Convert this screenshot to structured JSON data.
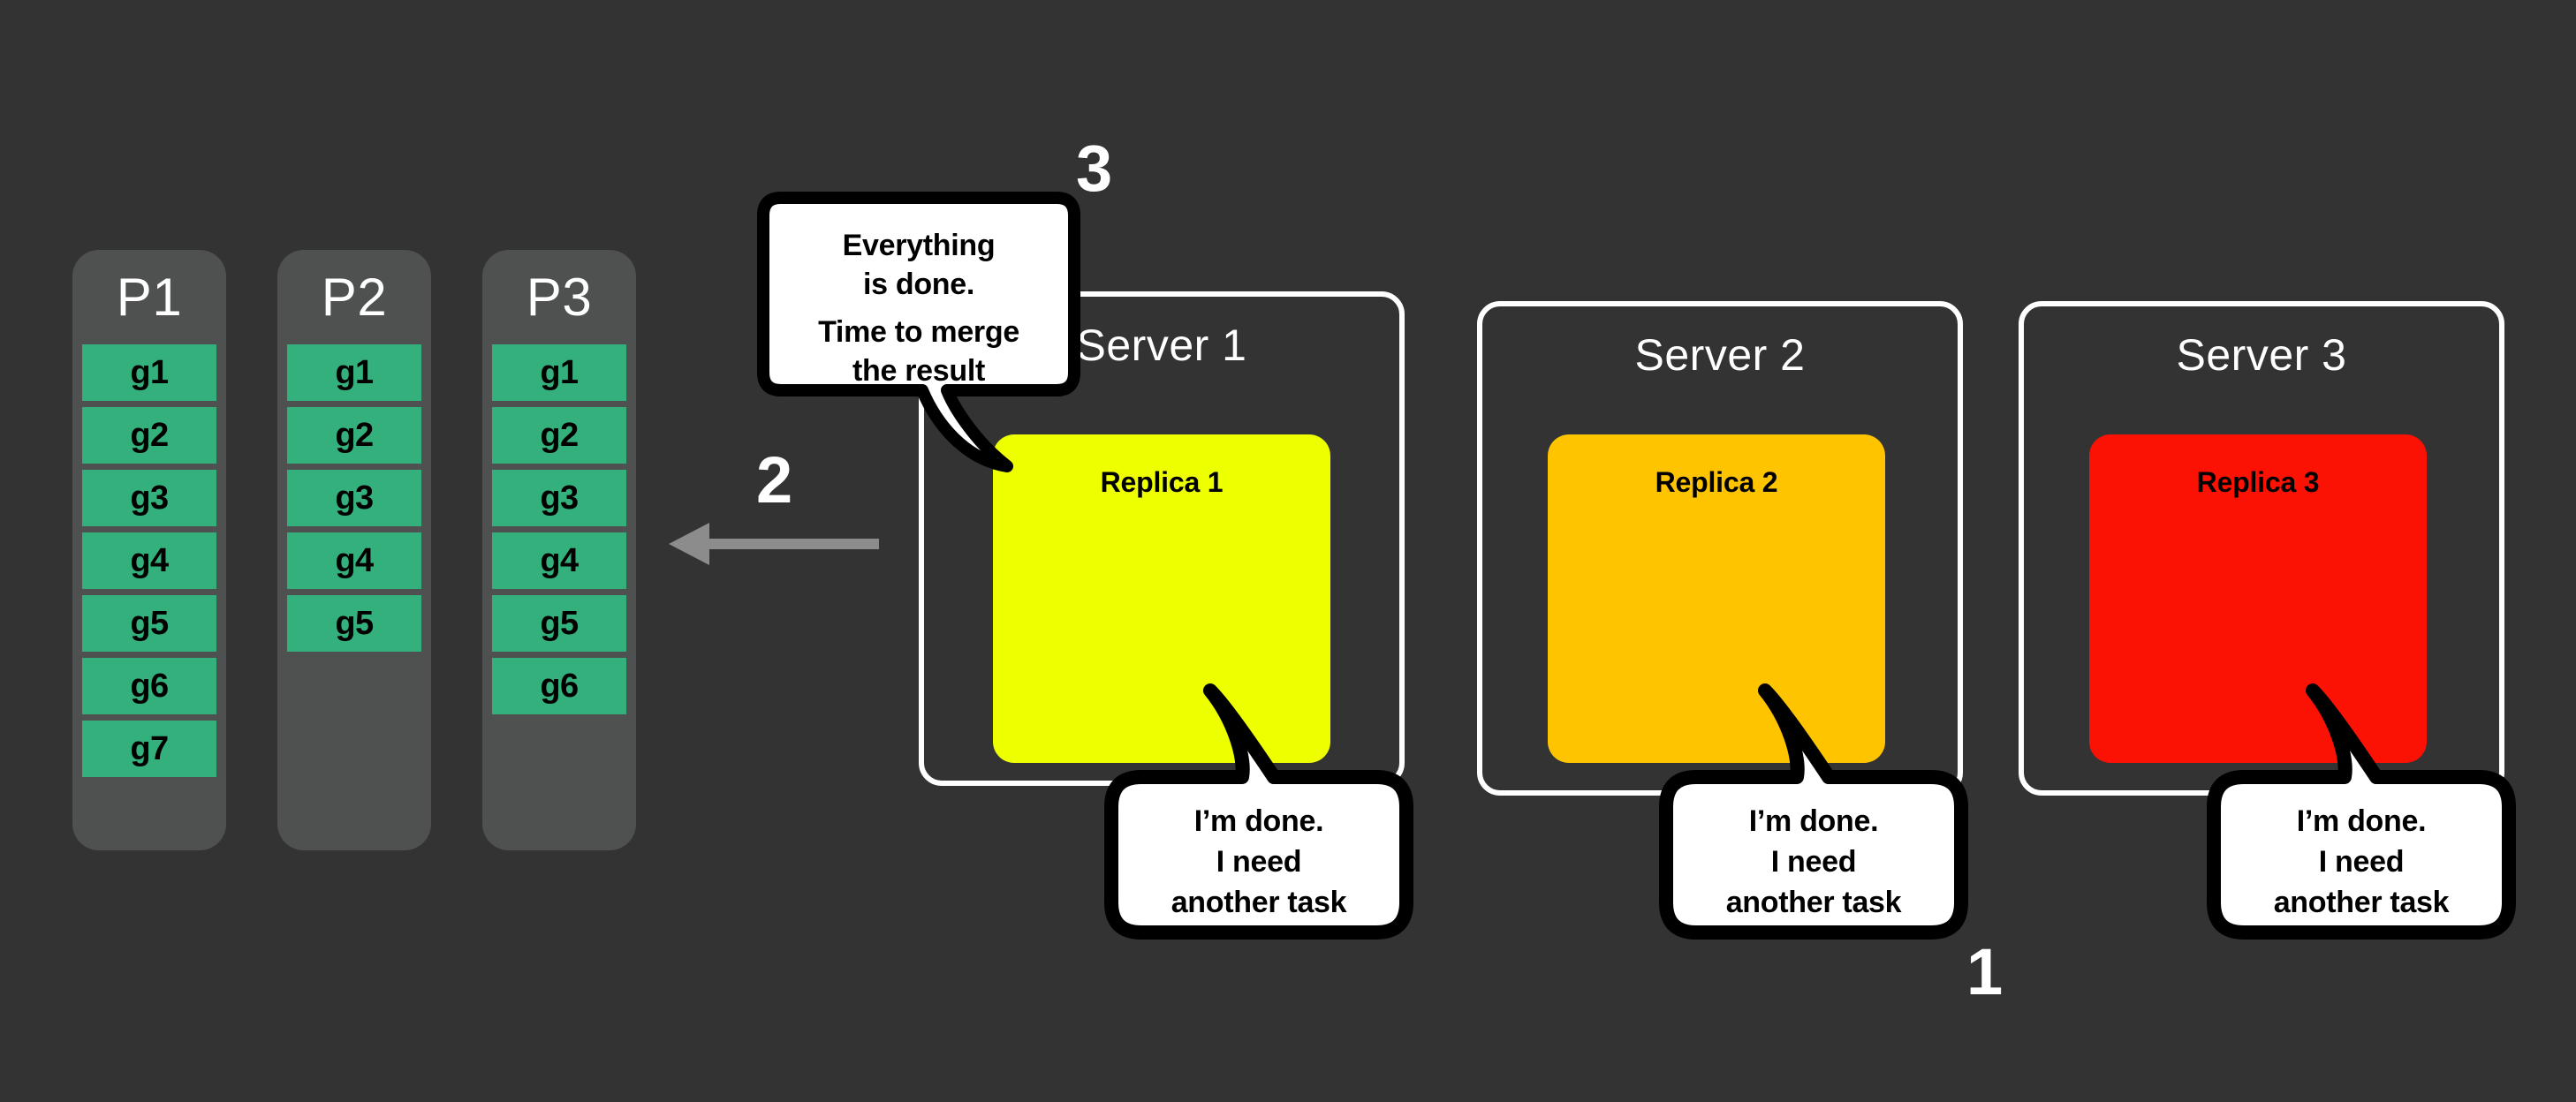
{
  "colors": {
    "background": "#333333",
    "partition_bg": "#4f5050",
    "group_cell": "#34b07d",
    "server_border": "#ffffff",
    "replica_1": "#eeff00",
    "replica_2": "#ffc400",
    "replica_3": "#fc1205",
    "bubble_fill": "#ffffff",
    "bubble_stroke": "#000000",
    "arrow": "#8c8c8c",
    "step_number": "#ffffff"
  },
  "partitions": [
    {
      "title": "P1",
      "groups": [
        "g1",
        "g2",
        "g3",
        "g4",
        "g5",
        "g6",
        "g7"
      ]
    },
    {
      "title": "P2",
      "groups": [
        "g1",
        "g2",
        "g3",
        "g4",
        "g5"
      ]
    },
    {
      "title": "P3",
      "groups": [
        "g1",
        "g2",
        "g3",
        "g4",
        "g5",
        "g6"
      ]
    }
  ],
  "servers": [
    {
      "label": "Server 1",
      "replica_label": "Replica 1",
      "replica_color": "#eeff00"
    },
    {
      "label": "Server 2",
      "replica_label": "Replica 2",
      "replica_color": "#ffc400"
    },
    {
      "label": "Server 3",
      "replica_label": "Replica 3",
      "replica_color": "#fc1205"
    }
  ],
  "bubbles": {
    "merge": {
      "line1": "Everything",
      "line2": "is done.",
      "line3": "Time to merge",
      "line4": "the result"
    },
    "done": {
      "line1": "I’m done.",
      "line2": "I need",
      "line3": "another task"
    }
  },
  "steps": {
    "one": "1",
    "two": "2",
    "three": "3"
  },
  "arrow": {
    "direction": "left"
  }
}
